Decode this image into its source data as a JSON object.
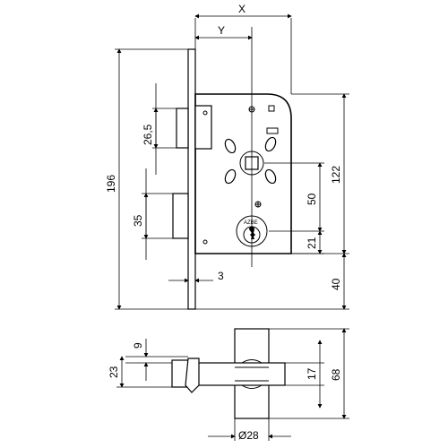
{
  "drawing": {
    "dimensions": {
      "x": "X",
      "y": "Y",
      "height_196": "196",
      "latch_26_5": "26,5",
      "bolt_35": "35",
      "backset_3": "3",
      "centers_50": "50",
      "centers_21": "21",
      "height_122": "122",
      "bottom_40": "40",
      "end_9": "9",
      "end_23": "23",
      "end_17": "17",
      "end_68": "68",
      "diameter_28": "Ø28"
    },
    "brand_label": "AZBE"
  }
}
